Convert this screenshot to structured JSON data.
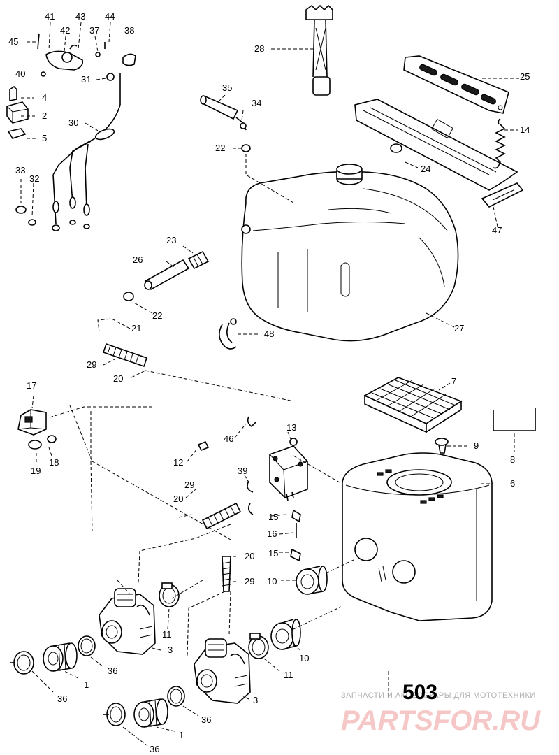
{
  "diagram": {
    "page_number": "503",
    "callouts": {
      "c1a": "1",
      "c1b": "1",
      "c2": "2",
      "c3a": "3",
      "c3b": "3",
      "c4": "4",
      "c5": "5",
      "c6": "6",
      "c7": "7",
      "c8": "8",
      "c9": "9",
      "c10a": "10",
      "c10b": "10",
      "c11a": "11",
      "c11b": "11",
      "c12": "12",
      "c13": "13",
      "c14": "14",
      "c15a": "15",
      "c15b": "15",
      "c16": "16",
      "c17": "17",
      "c18": "18",
      "c19": "19",
      "c20a": "20",
      "c20b": "20",
      "c20c": "20",
      "c21": "21",
      "c22a": "22",
      "c22b": "22",
      "c23": "23",
      "c24": "24",
      "c25": "25",
      "c26": "26",
      "c27": "27",
      "c28": "28",
      "c29a": "29",
      "c29b": "29",
      "c29c": "29",
      "c30": "30",
      "c31": "31",
      "c32": "32",
      "c33": "33",
      "c34": "34",
      "c35": "35",
      "c36a": "36",
      "c36b": "36",
      "c36c": "36",
      "c36d": "36",
      "c37": "37",
      "c38": "38",
      "c39": "39",
      "c40": "40",
      "c41": "41",
      "c42": "42",
      "c43": "43",
      "c44": "44",
      "c45": "45",
      "c46": "46",
      "c47": "47",
      "c48": "48"
    }
  },
  "watermark": {
    "subtitle": "ЗАПЧАСТИ И АКСЕССУАРЫ ДЛЯ МОТОТЕХНИКИ",
    "logo": "PARTSFOR.RU"
  }
}
